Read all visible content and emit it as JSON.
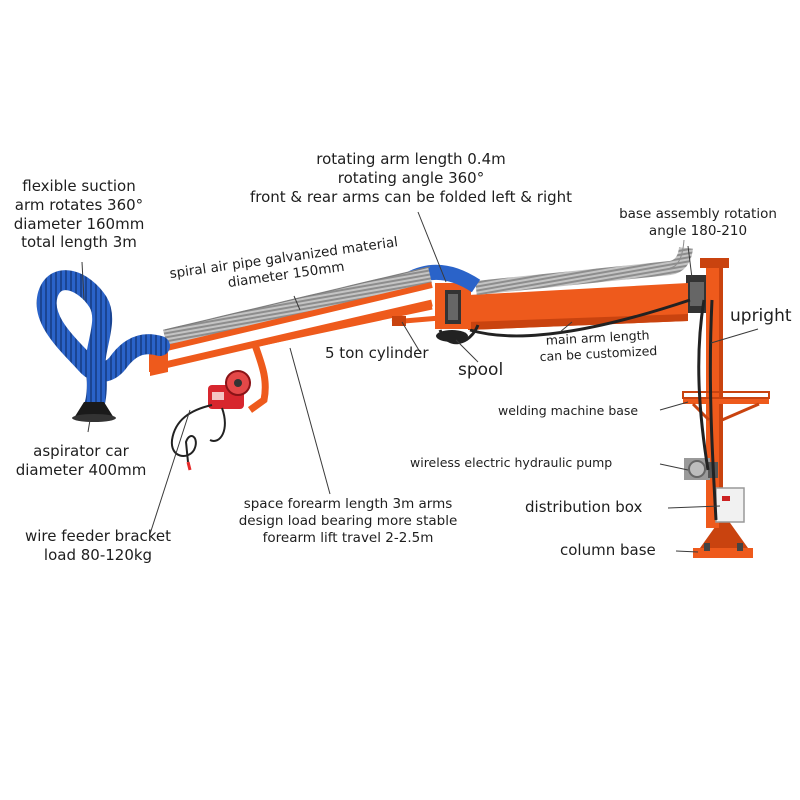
{
  "labels": {
    "rotating_arm": [
      "rotating arm length 0.4m",
      "rotating angle 360°",
      "front & rear arms can be folded left & right"
    ],
    "flexible_suction": [
      "flexible suction",
      "arm rotates 360°",
      "diameter 160mm",
      "total length 3m"
    ],
    "base_rotation": [
      "base assembly rotation",
      "angle 180-210"
    ],
    "spiral_pipe": [
      "spiral air pipe galvanized material",
      "diameter 150mm"
    ],
    "upright": "upright",
    "cylinder": "5 ton cylinder",
    "spool": "spool",
    "main_arm": [
      "main arm length",
      "can be customized"
    ],
    "welding_base": "welding machine base",
    "aspirator": [
      "aspirator car",
      "diameter 400mm"
    ],
    "hydraulic_pump": "wireless electric hydraulic pump",
    "distribution_box": "distribution box",
    "column_base": "column base",
    "wire_feeder": [
      "wire feeder bracket",
      "load 80-120kg"
    ],
    "forearm": [
      "space forearm length 3m arms",
      "design load bearing more stable",
      "forearm lift travel 2-2.5m"
    ]
  },
  "colors": {
    "orange": "#ee5a1c",
    "orange_dark": "#c9430f",
    "blue_hose": "#2a63c9",
    "blue_dark": "#1b4592",
    "metal": "#b8b8b8",
    "red_feeder": "#d7262e",
    "cable": "#222222",
    "text": "#1e1e1e"
  }
}
